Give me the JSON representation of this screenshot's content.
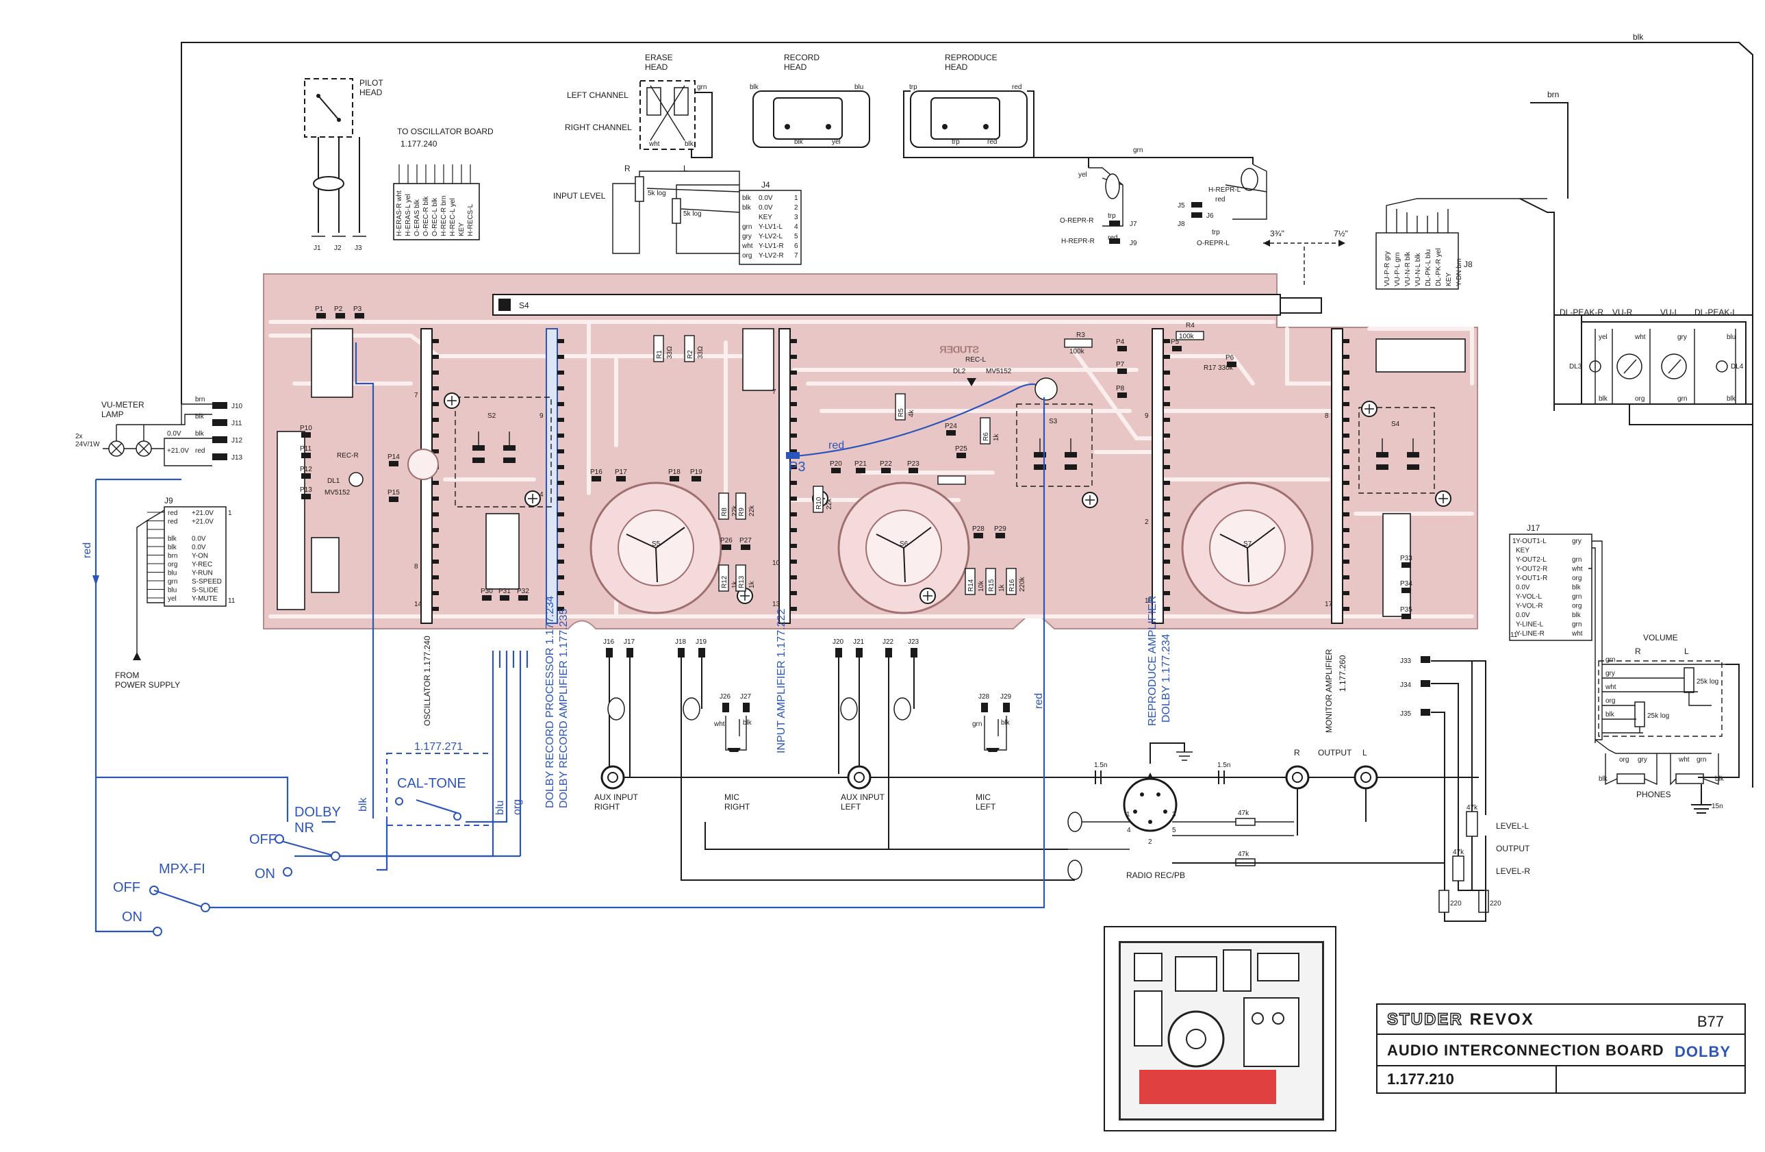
{
  "heads": {
    "pilot": "PILOT\nHEAD",
    "erase": "ERASE\nHEAD",
    "record": "RECORD\nHEAD",
    "reproduce": "REPRODUCE\nHEAD",
    "left_channel": "LEFT CHANNEL",
    "right_channel": "RIGHT CHANNEL"
  },
  "oscillator_board": {
    "title": "TO OSCILLATOR BOARD",
    "number": "1.177.240",
    "pins": [
      "H-ERAS-R wht",
      "H-ERAS-L yel",
      "O-ERAS blk",
      "O-REC-R blk",
      "O-REC-L blk",
      "H-REC-R brn",
      "H-REC-L yel",
      "KEY",
      "H-RECS-L"
    ]
  },
  "input_level": {
    "label": "INPUT LEVEL",
    "r": "R",
    "l": "L",
    "pot_r": "5k log",
    "pot_l": "5k log",
    "connector": "J4",
    "pins": [
      {
        "color": "blk",
        "signal": "0.0V"
      },
      {
        "color": "blk",
        "signal": "0.0V"
      },
      {
        "color": "",
        "signal": "KEY"
      },
      {
        "color": "grn",
        "signal": "Y-LV1-L"
      },
      {
        "color": "gry",
        "signal": "Y-LV2-L"
      },
      {
        "color": "wht",
        "signal": "Y-LV1-R"
      },
      {
        "color": "org",
        "signal": "Y-LV2-R"
      }
    ]
  },
  "repro_pins": {
    "h_repr_l": "H-REPR-L",
    "red": "red",
    "o_repr_r": "O-REPR-R",
    "h_repr_r": "H-REPR-R",
    "o_repr_l": "O-REPR-L",
    "trp": "trp",
    "yel": "yel",
    "grn": "grn",
    "blk": "blk",
    "brn": "brn",
    "j_labels": [
      "J5",
      "J6",
      "J7",
      "J8",
      "J9"
    ]
  },
  "speed": {
    "slow": "3¾\"",
    "fast": "7½\""
  },
  "j8": {
    "name": "J8",
    "pins": [
      "VU-P-R gry",
      "VU-P-L grn",
      "VU-N-R blk",
      "VU-N-L blk",
      "DL-PK-L blu",
      "DL-PK-R yel",
      "KEY",
      "Y-DN brn"
    ]
  },
  "meters": {
    "dl_peak_r": "DL-PEAK-R",
    "vu_r": "VU-R",
    "vu_l": "VU-L",
    "dl_peak_l": "DL-PEAK-L",
    "dl3": "DL3",
    "dl4": "DL4",
    "wire_colors": [
      "yel",
      "wht",
      "gry",
      "blu",
      "blk",
      "org",
      "grn",
      "blk"
    ]
  },
  "vu_lamp": {
    "title": "VU-METER\nLAMP",
    "rating": "2x\n24V/1W",
    "wires": [
      {
        "j": "J10",
        "color": "brn",
        "sig": ""
      },
      {
        "j": "J11",
        "color": "blk",
        "sig": ""
      },
      {
        "j": "J12",
        "color": "blk",
        "sig": "0.0V"
      },
      {
        "j": "J13",
        "color": "red",
        "sig": "+21.0V"
      }
    ]
  },
  "j9": {
    "name": "J9",
    "rows": [
      {
        "color": "red",
        "sig": "+21.0V"
      },
      {
        "color": "red",
        "sig": "+21.0V"
      },
      {
        "color": "",
        "sig": ""
      },
      {
        "color": "blk",
        "sig": "0.0V"
      },
      {
        "color": "blk",
        "sig": "0.0V"
      },
      {
        "color": "brn",
        "sig": "Y-ON"
      },
      {
        "color": "org",
        "sig": "Y-REC"
      },
      {
        "color": "blu",
        "sig": "Y-RUN"
      },
      {
        "color": "grn",
        "sig": "S-SPEED"
      },
      {
        "color": "blu",
        "sig": "S-SLIDE"
      },
      {
        "color": "yel",
        "sig": "Y-MUTE"
      }
    ],
    "from": "FROM\nPOWER SUPPLY",
    "red_wire": "red"
  },
  "pcb": {
    "labels": {
      "s4": "S4",
      "p1": "P1",
      "p2": "P2",
      "p3": "P3",
      "p10": "P10",
      "p11": "P11",
      "p12": "P12",
      "p13": "P13",
      "p14": "P14",
      "p15": "P15",
      "p16": "P16",
      "p17": "P17",
      "p18": "P18",
      "p19": "P19",
      "p20": "P20",
      "p21": "P21",
      "p22": "P22",
      "p23": "P23",
      "p24": "P24",
      "p25": "P25",
      "p26": "P26",
      "p27": "P27",
      "p28": "P28",
      "p29": "P29",
      "p30": "P30",
      "p31": "P31",
      "p32": "P32",
      "p33": "P33",
      "p34": "P34",
      "p35": "P35",
      "p4": "P4",
      "p5": "P5",
      "p6": "P6",
      "p7": "P7",
      "p8": "P8",
      "s2": "S2",
      "s3": "S3",
      "s5": "S5",
      "s6": "S6",
      "s7": "S7",
      "s4b": "S4",
      "rec_r": "REC-R",
      "rec_l": "REC-L",
      "dl1": "DL1",
      "dl2": "DL2",
      "mv": "MV5152",
      "r3": "R3",
      "r4": "R4",
      "r3v": "100k",
      "r4v": "100k",
      "r17": "R17 330k",
      "studer": "STUDER",
      "red": "red",
      "p3blue": "P3"
    }
  },
  "board_titles": {
    "oscillator": "OSCILLATOR  1.177.240",
    "dolby_rec": "DOLBY RECORD PROCESSOR 1.177.234",
    "dolby_amp": "DOLBY RECORD AMPLIFIER 1.177.235",
    "input_amp": "INPUT AMPLIFIER 1.177.222",
    "repro_amp": "REPRODUCE AMPLIFIER",
    "repro_amp2": "DOLBY  1.177.234",
    "monitor_amp": "MONITOR AMPLIFIER",
    "monitor_no": "1.177.260"
  },
  "bottom_j": [
    "J16",
    "J17",
    "J18",
    "J19",
    "J20",
    "J21",
    "J22",
    "J23",
    "J26",
    "J27",
    "J28",
    "J29",
    "J33",
    "J34",
    "J35"
  ],
  "inputs": {
    "aux_right": "AUX INPUT\nRIGHT",
    "mic_right": "MIC\nRIGHT",
    "aux_left": "AUX INPUT\nLEFT",
    "mic_left": "MIC\nLEFT",
    "radio": "RADIO REC/PB",
    "output": "OUTPUT",
    "r": "R",
    "l": "L",
    "cap": "1.5n",
    "res47k": "47k",
    "res220": "220",
    "level_l": "LEVEL-L",
    "output_word": "OUTPUT",
    "level_r": "LEVEL-R",
    "colors": [
      "wht",
      "blk",
      "grn",
      "blk"
    ]
  },
  "j17": {
    "name": "J17",
    "rows": [
      {
        "sig": "Y-OUT1-L",
        "color": "gry"
      },
      {
        "sig": "KEY",
        "color": ""
      },
      {
        "sig": "Y-OUT2-L",
        "color": "grn"
      },
      {
        "sig": "Y-OUT2-R",
        "color": "wht"
      },
      {
        "sig": "Y-OUT1-R",
        "color": "org"
      },
      {
        "sig": "0.0V",
        "color": "blk"
      },
      {
        "sig": "Y-VOL-L",
        "color": "grn"
      },
      {
        "sig": "Y-VOL-R",
        "color": "org"
      },
      {
        "sig": "0.0V",
        "color": "blk"
      },
      {
        "sig": "Y-LINE-L",
        "color": "grn"
      },
      {
        "sig": "Y-LINE-R",
        "color": "wht"
      }
    ]
  },
  "volume": {
    "title": "VOLUME",
    "r": "R",
    "l": "L",
    "pot1": "25k log",
    "pot2": "25k log",
    "wires": [
      "grn",
      "gry",
      "wht",
      "org",
      "blk"
    ],
    "phones": "PHONES",
    "phone_wires": [
      "blk",
      "org",
      "gry",
      "wht",
      "grn",
      "blk"
    ],
    "cap": "15n"
  },
  "blue_controls": {
    "cal_tone_no": "1.177.271",
    "cal_tone": "CAL-TONE",
    "dolby_nr": "DOLBY\nNR",
    "off": "OFF",
    "on": "ON",
    "mpx": "MPX-FI",
    "off2": "OFF",
    "on2": "ON",
    "blk": "blk",
    "blu": "blu",
    "org": "org",
    "red": "red"
  },
  "title_block": {
    "brand_studer": "STUDER",
    "brand_revox": "REVOX",
    "model": "B77",
    "board": "AUDIO INTERCONNECTION BOARD",
    "variant": "DOLBY",
    "number": "1.177.210"
  },
  "top_wire": {
    "blk": "blk",
    "brn": "brn"
  }
}
